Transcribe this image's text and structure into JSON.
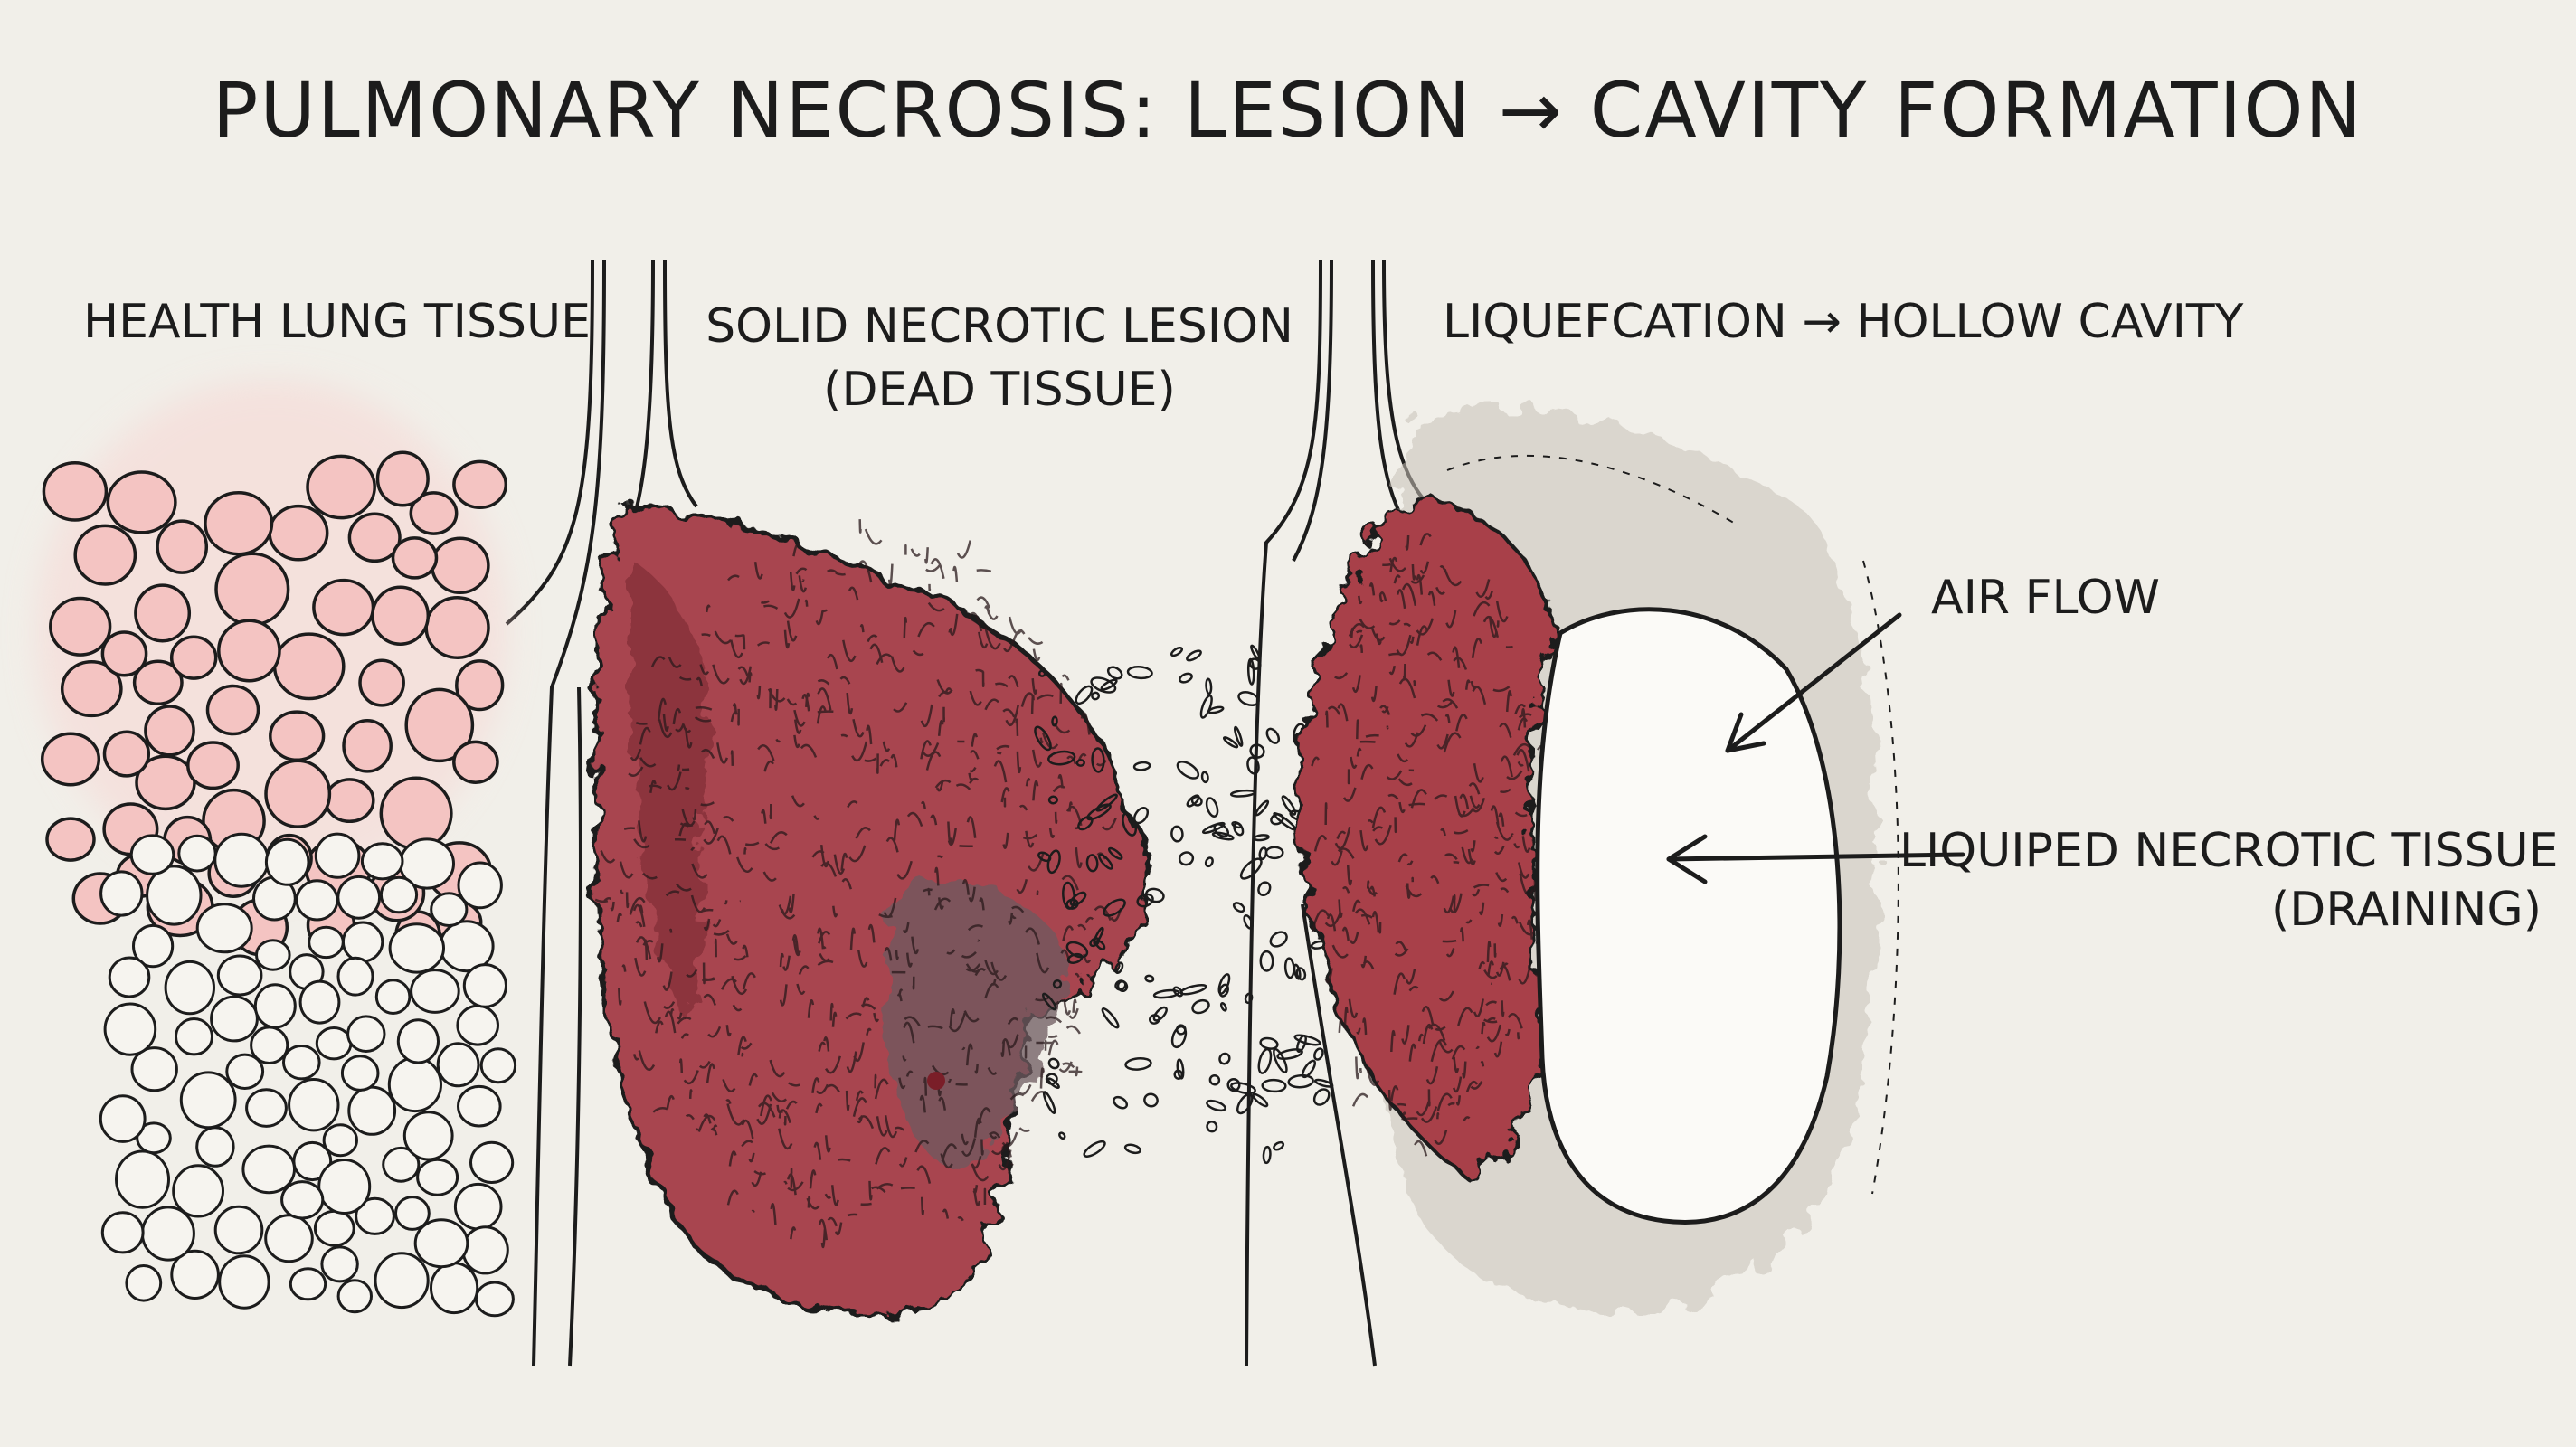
{
  "title": "PULMONARY NECROSIS: LESION → CAVITY FORMATION",
  "panels": {
    "healthy": {
      "label": "HEALTH LUNG TISSUE"
    },
    "lesion": {
      "label_line1": "SOLID NECROTIC LESION",
      "label_line2": "(DEAD TISSUE)"
    },
    "cavity": {
      "label": "LIQUEFCATION → HOLLOW CAVITY"
    }
  },
  "annotations": {
    "air_flow": "AIR FLOW",
    "liquid_line1": "LIQUIPED NECROTIC TISSUE",
    "liquid_line2": "(DRAINING)"
  },
  "colors": {
    "paper": "#f1efe9",
    "ink": "#1c1c1c",
    "alveolus_pink": "#f4c4c2",
    "necrotic_red": "#a83c46",
    "necrotic_dark": "#6e5a5e",
    "cavity_rim": "#c7c2b9"
  }
}
